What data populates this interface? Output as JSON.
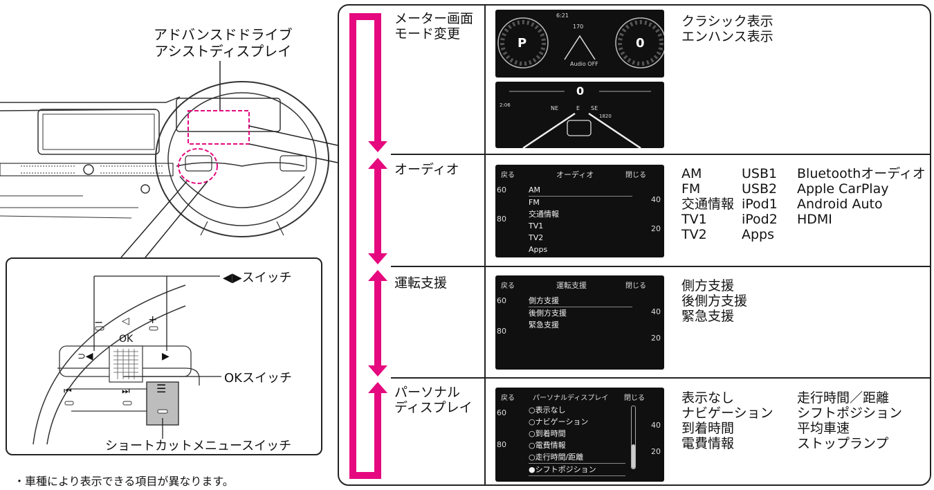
{
  "left": {
    "title_line1": "アドバンスドドライブ",
    "title_line2": "アシストディスプレイ",
    "switch_lr_label": "◀▶スイッチ",
    "switch_ok_label": "OKスイッチ",
    "switch_shortcut_label": "ショートカットメニュースイッチ",
    "wheel_minus": "−",
    "wheel_plus": "+",
    "wheel_ok": "OK",
    "note": "・車種により表示できる項目が異なります。"
  },
  "rows": [
    {
      "label_line1": "メーター画面",
      "label_line2": "モード変更",
      "items_col1": [
        "クラシック表示",
        "エンハンス表示"
      ]
    },
    {
      "label_line1": "オーディオ",
      "label_line2": "",
      "screen": {
        "back": "戻る",
        "title": "オーディオ",
        "close": "閉じる",
        "list": [
          "AM",
          "FM",
          "交通情報",
          "TV1",
          "TV2",
          "Apps"
        ]
      },
      "items_col1": [
        "AM",
        "FM",
        "交通情報",
        "TV1",
        "TV2"
      ],
      "items_col2": [
        "USB1",
        "USB2",
        "iPod1",
        "iPod2",
        "Apps"
      ],
      "items_col3": [
        "Bluetoothオーディオ",
        "Apple CarPlay",
        "Android Auto",
        "HDMI"
      ]
    },
    {
      "label_line1": "運転支援",
      "label_line2": "",
      "screen": {
        "back": "戻る",
        "title": "運転支援",
        "close": "閉じる",
        "list": [
          "側方支援",
          "後側方支援",
          "緊急支援"
        ]
      },
      "items_col1": [
        "側方支援",
        "後側方支援",
        "緊急支援"
      ]
    },
    {
      "label_line1": "パーソナル",
      "label_line2": "ディスプレイ",
      "screen": {
        "back": "戻る",
        "title": "パーソナルディスプレイ",
        "close": "閉じる",
        "list": [
          "○表示なし",
          "○ナビゲーション",
          "○到着時間",
          "○電費情報",
          "○走行時間/距離",
          "●シフトポジション"
        ]
      },
      "items_col1": [
        "表示なし",
        "ナビゲーション",
        "到着時間",
        "電費情報"
      ],
      "items_col2": [
        "走行時間／距離",
        "シフトポジション",
        "平均車速",
        "ストップランプ"
      ]
    }
  ],
  "meter_classic": {
    "time": "6:21",
    "trip": "170",
    "gear": "P",
    "speed": "0",
    "audio": "Audio OFF"
  },
  "meter_enhance": {
    "speed": "0",
    "time": "2:06",
    "dist": "1820",
    "compass": [
      "NE",
      "E",
      "SE"
    ]
  },
  "gauge_nums": [
    "60",
    "80",
    "40",
    "20"
  ],
  "colors": {
    "accent": "#e5087e",
    "screen_bg": "#101010",
    "line": "#222222"
  }
}
